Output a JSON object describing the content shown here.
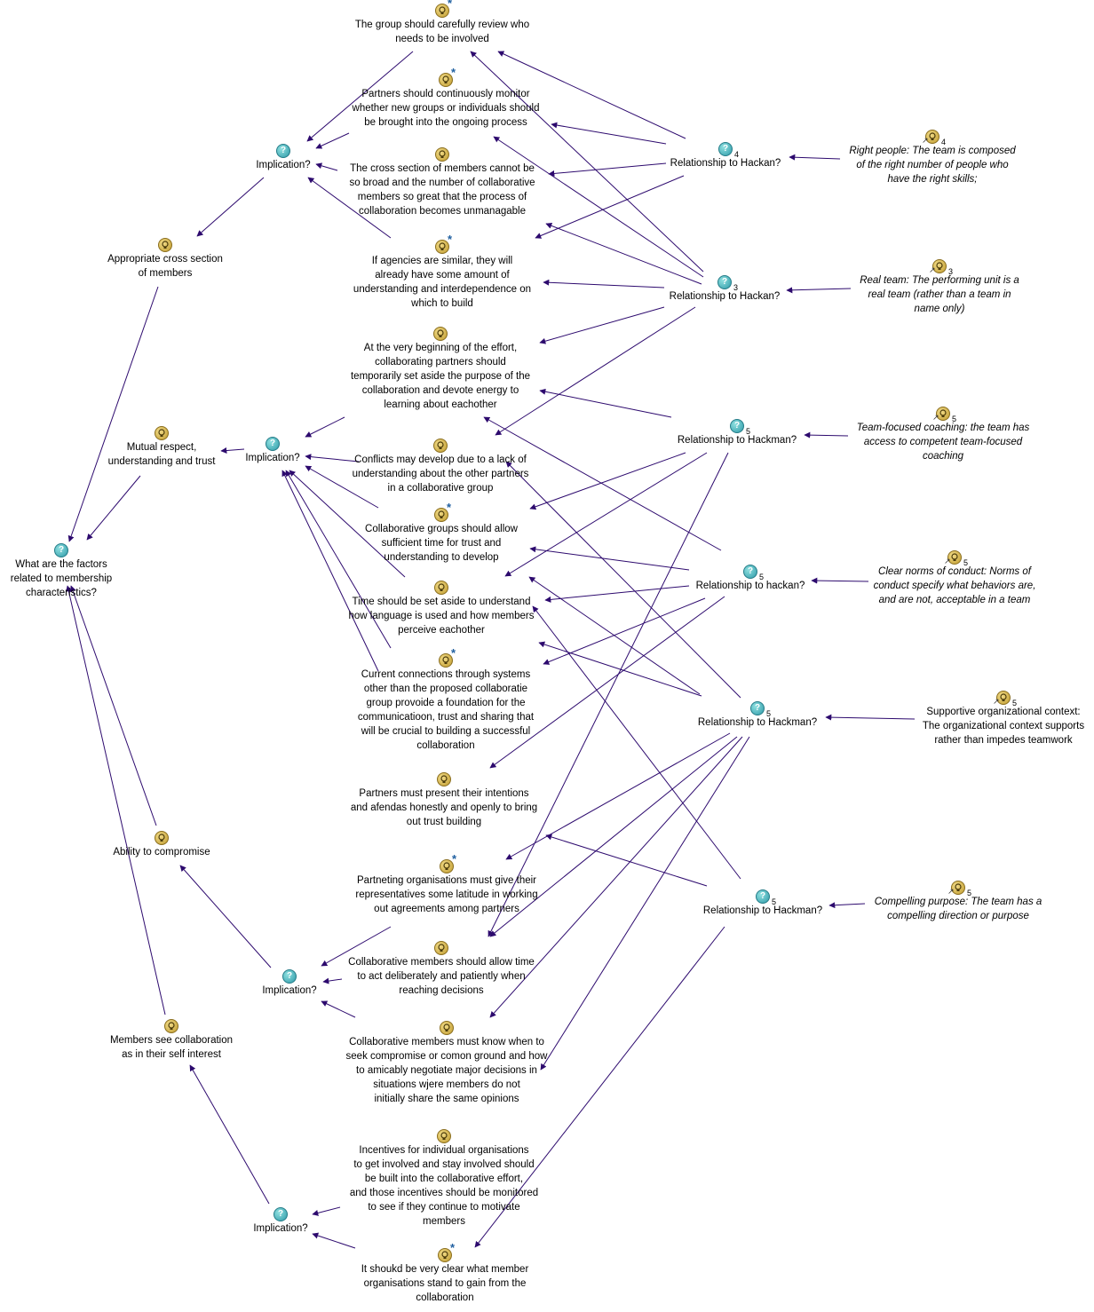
{
  "nodes": [
    {
      "id": "n1",
      "kind": "idea",
      "star": true,
      "count": "",
      "ref": false,
      "italic": false,
      "text": "The group should carefully review who\nneeds to be involved"
    },
    {
      "id": "n2",
      "kind": "idea",
      "star": true,
      "count": "",
      "ref": false,
      "italic": false,
      "text": "Partners should continuously monitor\nwhether new groups or individuals should\nbe brought into the ongoing process"
    },
    {
      "id": "n3",
      "kind": "idea",
      "star": false,
      "count": "",
      "ref": false,
      "italic": false,
      "text": "The cross section of members cannot be\nso broad and the number of collaborative\nmembers so great that the process of\ncollaboration becomes unmanagable"
    },
    {
      "id": "n4",
      "kind": "idea",
      "star": true,
      "count": "",
      "ref": false,
      "italic": false,
      "text": "If agencies are similar, they will\nalready have some amount of\nunderstanding and interdependence on\nwhich to build"
    },
    {
      "id": "n5",
      "kind": "idea",
      "star": false,
      "count": "",
      "ref": false,
      "italic": false,
      "text": "At the very beginning of the effort,\ncollaborating partners should\ntemporarily set aside the purpose of the\ncollaboration and devote energy to\nlearning about eachother"
    },
    {
      "id": "n6",
      "kind": "idea",
      "star": false,
      "count": "",
      "ref": false,
      "italic": false,
      "text": "Conflicts may develop due to a lack of\nunderstanding about the other partners\nin a collaborative group"
    },
    {
      "id": "n7",
      "kind": "idea",
      "star": true,
      "count": "",
      "ref": false,
      "italic": false,
      "text": "Collaborative groups should allow\nsufficient time for trust and\nunderstanding to develop"
    },
    {
      "id": "n8",
      "kind": "idea",
      "star": false,
      "count": "",
      "ref": false,
      "italic": false,
      "text": "Time should be set aside to understand\nhow language is used and how members\nperceive eachother"
    },
    {
      "id": "n9",
      "kind": "idea",
      "star": true,
      "count": "",
      "ref": false,
      "italic": false,
      "text": "Current connections through systems\nother than the proposed collaboratie\ngroup provoide a foundation for the\ncommunicatioon, trust and sharing that\nwill be crucial to building a successful\ncollaboration"
    },
    {
      "id": "n10",
      "kind": "idea",
      "star": false,
      "count": "",
      "ref": false,
      "italic": false,
      "text": "Partners must present their intentions\nand afendas honestly and openly to bring\nout trust building"
    },
    {
      "id": "n11",
      "kind": "idea",
      "star": true,
      "count": "",
      "ref": false,
      "italic": false,
      "text": "Partneting organisations must give their\nrepresentatives some latitude in working\nout agreements among partners"
    },
    {
      "id": "n12",
      "kind": "idea",
      "star": false,
      "count": "",
      "ref": false,
      "italic": false,
      "text": "Collaborative members should allow time\nto act deliberately and patiently when\nreaching decisions"
    },
    {
      "id": "n13",
      "kind": "idea",
      "star": false,
      "count": "",
      "ref": false,
      "italic": false,
      "text": "Collaborative members must know when to\nseek compromise or comon ground and how\nto amicably negotiate major decisions in\nsituations wjere members do not\ninitially share the same opinions"
    },
    {
      "id": "n14",
      "kind": "idea",
      "star": false,
      "count": "",
      "ref": false,
      "italic": false,
      "text": "Incentives for individual organisations\nto get involved and stay involved should\nbe built into the collaborative effort,\nand those incentives should be monitored\nto see if they continue to motivate\nmembers"
    },
    {
      "id": "n15",
      "kind": "idea",
      "star": true,
      "count": "",
      "ref": false,
      "italic": false,
      "text": "It shoukd be very clear what member\norganisations stand to gain from the\ncollaboration"
    },
    {
      "id": "i1",
      "kind": "question",
      "star": false,
      "count": "",
      "ref": false,
      "italic": false,
      "text": "Implication?"
    },
    {
      "id": "i2",
      "kind": "question",
      "star": false,
      "count": "",
      "ref": false,
      "italic": false,
      "text": "Implication?"
    },
    {
      "id": "i3",
      "kind": "question",
      "star": false,
      "count": "",
      "ref": false,
      "italic": false,
      "text": "Implication?"
    },
    {
      "id": "i4",
      "kind": "question",
      "star": false,
      "count": "",
      "ref": false,
      "italic": false,
      "text": "Implication?"
    },
    {
      "id": "a1",
      "kind": "idea",
      "star": false,
      "count": "",
      "ref": false,
      "italic": false,
      "text": "Appropriate cross section\nof members"
    },
    {
      "id": "a2",
      "kind": "idea",
      "star": false,
      "count": "",
      "ref": false,
      "italic": false,
      "text": "Mutual respect,\nunderstanding and trust"
    },
    {
      "id": "a3",
      "kind": "idea",
      "star": false,
      "count": "",
      "ref": false,
      "italic": false,
      "text": "Ability to compromise"
    },
    {
      "id": "a4",
      "kind": "idea",
      "star": false,
      "count": "",
      "ref": false,
      "italic": false,
      "text": "Members see collaboration\nas in their self interest"
    },
    {
      "id": "root",
      "kind": "question",
      "star": false,
      "count": "",
      "ref": false,
      "italic": false,
      "text": "What are the factors\nrelated to membership\ncharacteristics?"
    },
    {
      "id": "r1",
      "kind": "question",
      "star": false,
      "count": "4",
      "ref": false,
      "italic": false,
      "text": "Relationship to Hackan?"
    },
    {
      "id": "r2",
      "kind": "question",
      "star": false,
      "count": "3",
      "ref": false,
      "italic": false,
      "text": "Relationship to Hackan?"
    },
    {
      "id": "r3",
      "kind": "question",
      "star": false,
      "count": "5",
      "ref": false,
      "italic": false,
      "text": "Relationship to Hackman?"
    },
    {
      "id": "r4",
      "kind": "question",
      "star": false,
      "count": "5",
      "ref": false,
      "italic": false,
      "text": "Relationship to hackan?"
    },
    {
      "id": "r5",
      "kind": "question",
      "star": false,
      "count": "5",
      "ref": false,
      "italic": false,
      "text": "Relationship to Hackman?"
    },
    {
      "id": "r6",
      "kind": "question",
      "star": false,
      "count": "5",
      "ref": false,
      "italic": false,
      "text": "Relationship to Hackman?"
    },
    {
      "id": "h1",
      "kind": "idea",
      "star": false,
      "count": "4",
      "ref": true,
      "italic": true,
      "text": "Right people: The team is composed\nof the right number of people who\nhave the right skills;"
    },
    {
      "id": "h2",
      "kind": "idea",
      "star": false,
      "count": "3",
      "ref": true,
      "italic": true,
      "text": "Real team: The performing unit is a\nreal team (rather than a team in\nname only)"
    },
    {
      "id": "h3",
      "kind": "idea",
      "star": false,
      "count": "5",
      "ref": true,
      "italic": true,
      "text": "Team-focused coaching: the team has\naccess to competent team-focused\ncoaching"
    },
    {
      "id": "h4",
      "kind": "idea",
      "star": false,
      "count": "5",
      "ref": true,
      "italic": true,
      "text": "Clear norms of conduct: Norms of\nconduct specify what behaviors are,\nand are not, acceptable in a team"
    },
    {
      "id": "h5",
      "kind": "idea",
      "star": false,
      "count": "5",
      "ref": true,
      "italic": false,
      "text": "Supportive organizational context:\nThe organizational context supports\nrather than impedes teamwork"
    },
    {
      "id": "h6",
      "kind": "idea",
      "star": false,
      "count": "5",
      "ref": true,
      "italic": true,
      "text": "Compelling purpose: The team has a\ncompelling direction or purpose"
    }
  ],
  "links": [
    [
      "n1",
      "i1"
    ],
    [
      "n2",
      "i1"
    ],
    [
      "n3",
      "i1"
    ],
    [
      "n4",
      "i1"
    ],
    [
      "i1",
      "a1"
    ],
    [
      "a1",
      "root"
    ],
    [
      "n5",
      "i2"
    ],
    [
      "n6",
      "i2"
    ],
    [
      "n7",
      "i2"
    ],
    [
      "n8",
      "i2"
    ],
    [
      "n9",
      "i2"
    ],
    [
      "n10",
      "i2"
    ],
    [
      "i2",
      "a2"
    ],
    [
      "a2",
      "root"
    ],
    [
      "n11",
      "i3"
    ],
    [
      "n12",
      "i3"
    ],
    [
      "n13",
      "i3"
    ],
    [
      "i3",
      "a3"
    ],
    [
      "a3",
      "root"
    ],
    [
      "n14",
      "i4"
    ],
    [
      "n15",
      "i4"
    ],
    [
      "i4",
      "a4"
    ],
    [
      "a4",
      "root"
    ],
    [
      "h1",
      "r1"
    ],
    [
      "h2",
      "r2"
    ],
    [
      "h3",
      "r3"
    ],
    [
      "h4",
      "r4"
    ],
    [
      "h5",
      "r5"
    ],
    [
      "h6",
      "r6"
    ],
    [
      "r1",
      "n1"
    ],
    [
      "r1",
      "n2"
    ],
    [
      "r1",
      "n3"
    ],
    [
      "r1",
      "n4"
    ],
    [
      "r2",
      "n1"
    ],
    [
      "r2",
      "n2"
    ],
    [
      "r2",
      "n3"
    ],
    [
      "r2",
      "n4"
    ],
    [
      "r2",
      "n5"
    ],
    [
      "r2",
      "n7"
    ],
    [
      "r3",
      "n5"
    ],
    [
      "r3",
      "n6"
    ],
    [
      "r3",
      "n7"
    ],
    [
      "r3",
      "n12"
    ],
    [
      "r4",
      "n5"
    ],
    [
      "r4",
      "n7"
    ],
    [
      "r4",
      "n8"
    ],
    [
      "r4",
      "n9"
    ],
    [
      "r4",
      "n10"
    ],
    [
      "r5",
      "n6"
    ],
    [
      "r5",
      "n8"
    ],
    [
      "r5",
      "n9"
    ],
    [
      "r5",
      "n11"
    ],
    [
      "r5",
      "n12"
    ],
    [
      "r5",
      "n13"
    ],
    [
      "r5",
      "n14"
    ],
    [
      "r6",
      "n7"
    ],
    [
      "r6",
      "n11"
    ],
    [
      "r6",
      "n15"
    ]
  ],
  "colors": {
    "arrow": "#2d0a6e",
    "question": "#2e9aa8",
    "idea": "#bf9a2e"
  },
  "icons": {
    "question": "question-icon",
    "idea": "lightbulb-icon"
  }
}
